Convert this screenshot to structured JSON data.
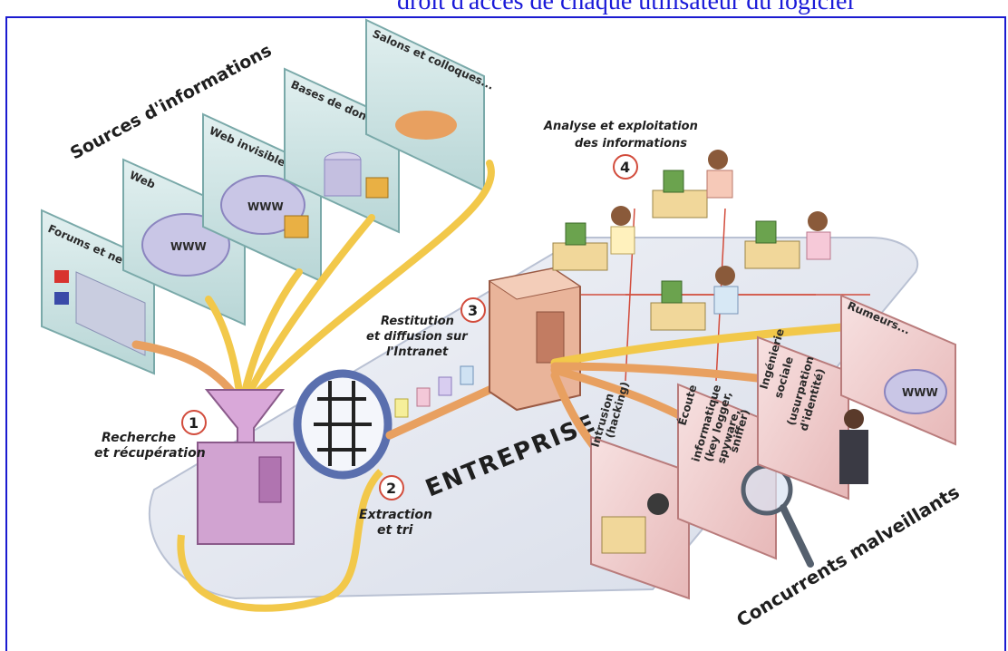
{
  "top_caption": "droit d'accès de chaque utilisateur du logiciel",
  "sources_title": "Sources d'informations",
  "sources": [
    "Forums et newsgroups",
    "Web",
    "Web invisible",
    "Bases de données privées",
    "Salons et colloques..."
  ],
  "www_text": "WWW",
  "steps": {
    "n1": "1",
    "s1_line1": "Recherche",
    "s1_line2": "et récupération",
    "n2": "2",
    "s2_line1": "Extraction",
    "s2_line2": "et tri",
    "n3": "3",
    "s3_line1": "Restitution",
    "s3_line2": "et diffusion sur",
    "s3_line3": "l'Intranet",
    "n4": "4",
    "s4_line1": "Analyse et exploitation",
    "s4_line2": "des informations"
  },
  "entreprise": "ENTREPRISE",
  "threats": {
    "intrusion_1": "Intrusion",
    "intrusion_2": "(hacking)",
    "ecoute_1": "Écoute",
    "ecoute_2": "informatique",
    "ecoute_3": "(key logger,",
    "ecoute_4": "spyware,",
    "ecoute_5": "sniffer)",
    "inge_1": "Ingénierie",
    "inge_2": "sociale",
    "inge_3": "(usurpation",
    "inge_4": "d'identité)",
    "rumeurs": "Rumeurs..."
  },
  "concurrents": "Concurrents malveillants",
  "colors": {
    "frame": "#1b1bd0",
    "caption": "#1a1ad8",
    "panel": "#cfe4e4",
    "arrow_orange": "#e8a060",
    "arrow_yellow": "#f2c84a",
    "threat_panel": "#f4d9d9",
    "platform": "#e3e7ef"
  }
}
